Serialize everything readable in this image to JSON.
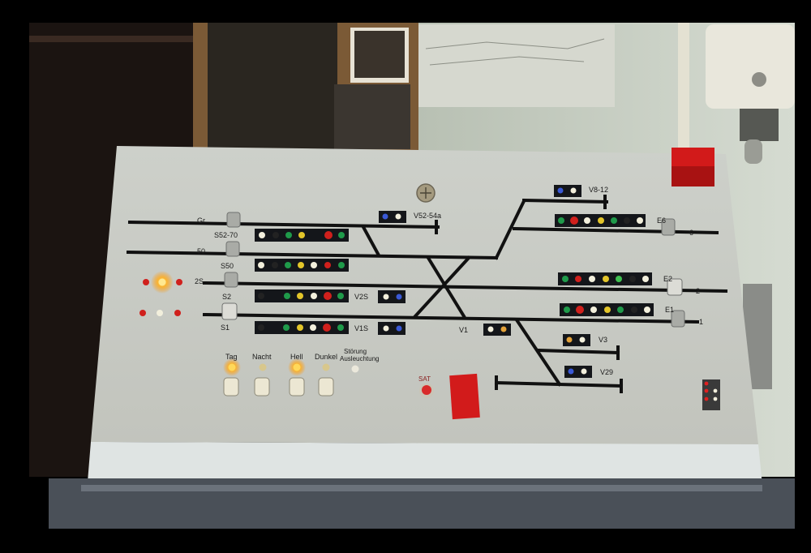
{
  "track_labels": {
    "gr": "Gr",
    "s52_70": "S52-70",
    "t50": "50",
    "s50": "S50",
    "t2s": "2S",
    "s2": "S2",
    "s1": "S1",
    "v52_54a": "V52-54a",
    "v8_12": "V8-12",
    "v2s": "V2S",
    "v1s": "V1S",
    "v1": "V1",
    "v3": "V3",
    "v29": "V29",
    "e6": "E6",
    "t6": "6",
    "e2": "E2",
    "t2": "2",
    "e1": "E1",
    "t1": "1"
  },
  "controls": {
    "tag": "Tag",
    "nacht": "Nacht",
    "hell": "Hell",
    "dunkel": "Dunkel",
    "stoerung_1": "Störung",
    "stoerung_2": "Ausleuchtung",
    "sat": "SAT"
  },
  "colors": {
    "panel": "#c9cbc5",
    "track": "#111111",
    "lamp_red": "#d0201c",
    "lamp_green": "#1f9a4a",
    "lamp_yellow": "#e3c52a",
    "lamp_white": "#f2efdc",
    "lamp_blue": "#3a59d6"
  }
}
